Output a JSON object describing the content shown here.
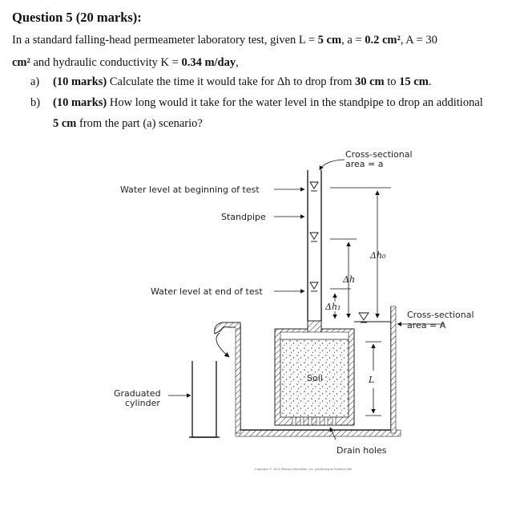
{
  "question": {
    "title": "Question 5 (20 marks):",
    "intro_1": {
      "pre": "In a standard falling-head permeameter laboratory test, given L = ",
      "L": "5 cm",
      "mid1": ", a = ",
      "a": "0.2 cm²",
      "mid2": ", A = ",
      "A": "30"
    },
    "intro_2": {
      "A_unit": "cm²",
      "pre": " and hydraulic conductivity K = ",
      "K": "0.34 m/day",
      "post": ","
    },
    "parts": [
      {
        "label": "a)",
        "marks": "(10 marks)",
        "text_pre": " Calculate the time it would take for Δh to drop from ",
        "v1": "30 cm",
        "mid": " to ",
        "v2": "15 cm",
        "post": "."
      },
      {
        "label": "b)",
        "marks": "(10 marks)",
        "text": " How long would it take for the water level in the standpipe to drop an additional",
        "cont_b": "5 cm",
        "cont": " from the part (a) scenario?"
      }
    ]
  },
  "figure": {
    "cross_sectional_a_1": "Cross-sectional",
    "cross_sectional_a_2": "area = a",
    "water_begin": "Water level at beginning of test",
    "standpipe": "Standpipe",
    "water_end": "Water level at end of test",
    "delta_h0": "Δh₀",
    "delta_h": "Δh",
    "delta_h1": "Δh₁",
    "cross_sectional_A_1": "Cross-sectional",
    "cross_sectional_A_2": "area = A",
    "L": "L",
    "soil": "Soil",
    "graduated_1": "Graduated",
    "graduated_2": "cylinder",
    "drain_holes": "Drain holes",
    "copyright": "Copyright © 2011 Pearson Education, Inc. publishing as Prentice Hall"
  }
}
